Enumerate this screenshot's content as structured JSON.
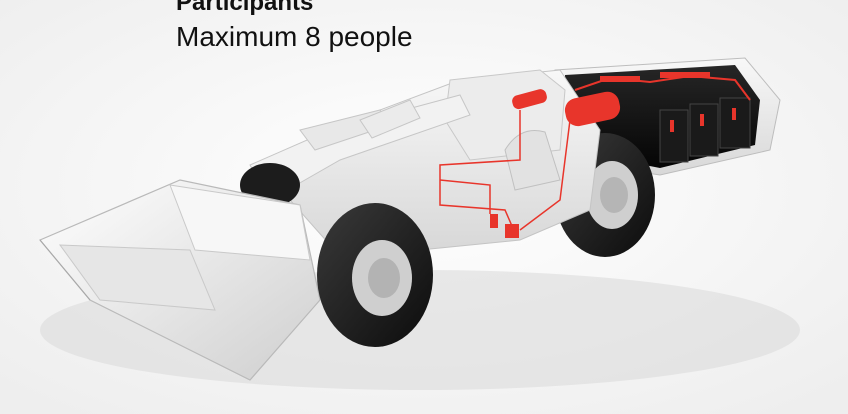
{
  "caption": {
    "heading": "Participants",
    "text": "Maximum 8 people"
  },
  "image": {
    "subject": "cutaway of a battery-electric underground loader",
    "colors": {
      "body": "#eeeeee",
      "body_shadow": "#d0d0d0",
      "tire": "#1e1e1e",
      "battery": "#101010",
      "cabling": "#e8352b",
      "background": "#fafafa"
    }
  }
}
